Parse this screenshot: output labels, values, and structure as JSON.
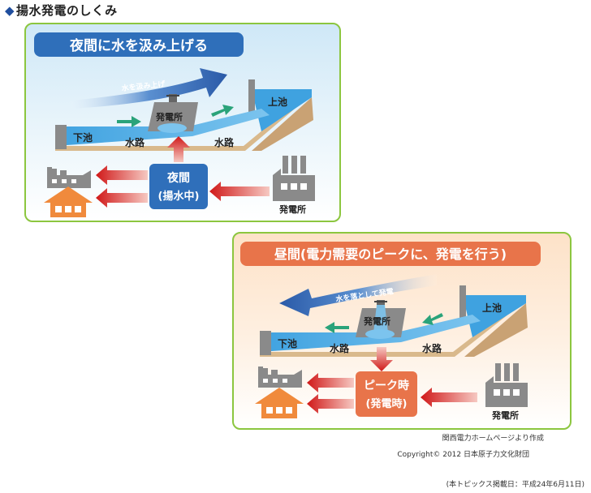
{
  "page_title": "揚水発電のしくみ",
  "page_title_marker": "◆",
  "night": {
    "banner": "夜間に水を汲み上げる",
    "arrow_label": "水を汲み上げ",
    "upper_reservoir": "上池",
    "lower_reservoir": "下池",
    "waterway_left": "水路",
    "waterway_right": "水路",
    "plant_label": "発電所",
    "status_line1": "夜間",
    "status_line2": "(揚水中)",
    "source_plant": "発電所",
    "colors": {
      "banner": "#2f6fba",
      "status": "#2f6fba",
      "border": "#8cc63f"
    }
  },
  "day": {
    "banner": "昼間(電力需要のピークに、発電を行う)",
    "arrow_label": "水を落として発電",
    "upper_reservoir": "上池",
    "lower_reservoir": "下池",
    "waterway_left": "水路",
    "waterway_right": "水路",
    "plant_label": "発電所",
    "status_line1": "ピーク時",
    "status_line2": "(発電時)",
    "source_plant": "発電所",
    "colors": {
      "banner": "#e8744a",
      "status": "#e8744a",
      "border": "#8cc63f"
    }
  },
  "footer": {
    "credit": "関西電力ホームページより作成",
    "copyright": "Copyright© 2012 日本原子力文化財団",
    "date": "(本トピックス掲載日：平成24年6月11日)"
  }
}
